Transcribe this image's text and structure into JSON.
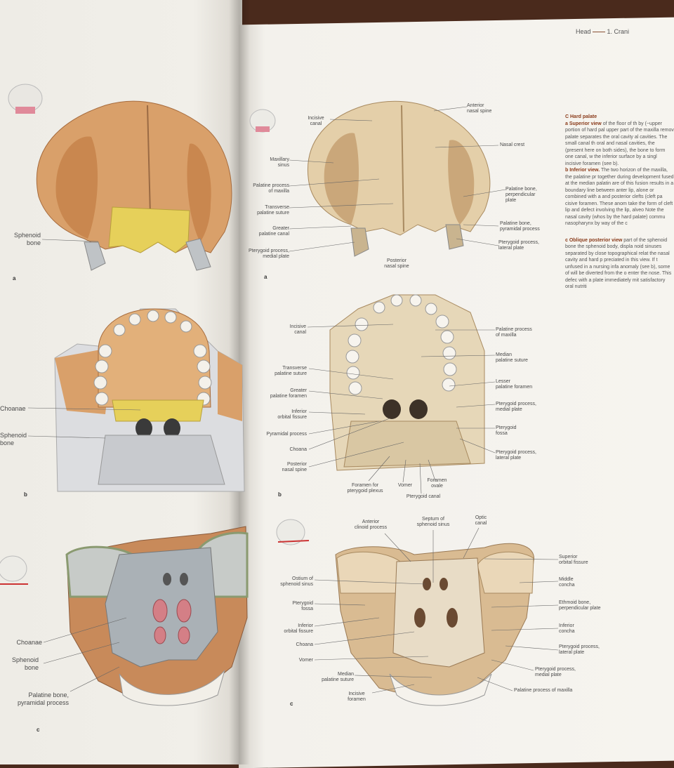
{
  "running_head": {
    "chapter": "Head",
    "section": "1. Crani"
  },
  "panels": {
    "a": "a",
    "b": "b",
    "c": "c"
  },
  "left": {
    "a": [
      "Sphenoid",
      "bone"
    ],
    "b": [
      "Choanae",
      "Sphenoid",
      "bone"
    ],
    "c": [
      "Choanae",
      "Sphenoid",
      "bone",
      "Palatine bone,",
      "pyramidal process"
    ]
  },
  "right_a": {
    "incisive_canal": [
      "Incisive",
      "canal"
    ],
    "anterior_nasal_spine": [
      "Anterior",
      "nasal spine"
    ],
    "maxillary_sinus": [
      "Maxillary",
      "sinus"
    ],
    "nasal_crest": "Nasal crest",
    "palatine_process_maxilla": [
      "Palatine process",
      "of maxilla"
    ],
    "transverse_palatine_suture": [
      "Transverse",
      "palatine suture"
    ],
    "palatine_perpendicular": [
      "Palatine bone,",
      "perpendicular",
      "plate"
    ],
    "greater_palatine_canal": [
      "Greater",
      "palatine canal"
    ],
    "palatine_pyramidal": [
      "Palatine bone,",
      "pyramidal process"
    ],
    "pterygoid_medial": [
      "Pterygoid process,",
      "medial plate"
    ],
    "pterygoid_lateral": [
      "Pterygoid process,",
      "lateral plate"
    ],
    "posterior_nasal_spine": [
      "Posterior",
      "nasal spine"
    ]
  },
  "right_b": {
    "incisive_canal": [
      "Incisive",
      "canal"
    ],
    "palatine_process_maxilla": [
      "Palatine process",
      "of maxilla"
    ],
    "median_palatine_suture": [
      "Median",
      "palatine suture"
    ],
    "transverse_palatine_suture": [
      "Transverse",
      "palatine suture"
    ],
    "greater_palatine_foramen": [
      "Greater",
      "palatine foramen"
    ],
    "lesser_palatine_foramen": [
      "Lesser",
      "palatine foramen"
    ],
    "inferior_orbital_fissure": [
      "Inferior",
      "orbital fissure"
    ],
    "pterygoid_medial": [
      "Pterygoid process,",
      "medial plate"
    ],
    "pyramidal_process": "Pyramidal process",
    "pterygoid_fossa": [
      "Pterygoid",
      "fossa"
    ],
    "choana": "Choana",
    "pterygoid_lateral": [
      "Pterygoid process,",
      "lateral plate"
    ],
    "posterior_nasal_spine": [
      "Posterior",
      "nasal spine"
    ],
    "foramen_pterygoid_plexus": [
      "Foramen for",
      "pterygoid plexus"
    ],
    "vomer": "Vomer",
    "foramen_ovale": [
      "Foramen",
      "ovale"
    ],
    "pterygoid_canal": "Pterygoid canal"
  },
  "right_c": {
    "anterior_clinoid": [
      "Anterior",
      "clinoid process"
    ],
    "septum_sphenoid": [
      "Septum of",
      "sphenoid sinus"
    ],
    "optic_canal": [
      "Optic",
      "canal"
    ],
    "superior_orbital_fissure": [
      "Superior",
      "orbital fissure"
    ],
    "ostium": [
      "Ostium of",
      "sphenoid sinus"
    ],
    "middle_concha": [
      "Middle",
      "concha"
    ],
    "pterygoid_fossa": [
      "Pterygoid",
      "fossa"
    ],
    "ethmoid": [
      "Ethmoid bone,",
      "perpendicular plate"
    ],
    "inferior_orbital_fissure": [
      "Inferior",
      "orbital fissure"
    ],
    "inferior_concha": [
      "Inferior",
      "concha"
    ],
    "choana": "Choana",
    "pterygoid_lateral": [
      "Pterygoid process,",
      "lateral plate"
    ],
    "vomer": "Vomer",
    "pterygoid_medial": [
      "Pterygoid process,",
      "medial plate"
    ],
    "median_palatine_suture": [
      "Median",
      "palatine suture"
    ],
    "palatine_process_maxilla": "Palatine process of maxilla",
    "incisive_foramen": [
      "Incisive",
      "foramen"
    ]
  },
  "text": {
    "title": "C  Hard palate",
    "a_head": "a  Superior view",
    "a_body": "of the floor of th by (~upper portion of hard pal upper part of the maxilla remov palate separates the oral cavity al cavities. The small canal th oral and nasal cavities, the (present here on both sides), the bone to form one canal, w the inferior surface by a singl incisive foramen (see b).",
    "b_head": "b  Inferior view.",
    "b_body": "The two horizon of the maxilla, the palatine pr together during development fused at the median palatin are of this fusion results in a boundary line between anter lip, alone or combined with a and posterior clefts (cleft pa cisive foramen. These anom take the form of cleft lip and defect involving the lip, alveo Note the nasal cavity (whos by the hard palate) commu nasopharynx by way of the c",
    "c_head": "c  Oblique posterior view",
    "c_body": "part of the sphenoid bone the sphenoid body, displa noid sinuses separated by close topographical relat the nasal cavity and hard p preciated in this view. If t unfused in a nursing infa anomaly (see b), some of will be diverted from the o enter the nose. This defec with a plate immediately mit satisfactory oral nutriti"
  },
  "colors": {
    "bone": "#d9a06a",
    "palatine": "#e6d05a",
    "sphenoid": "#bfc3c6",
    "bone_r": "#e4cfa9"
  }
}
